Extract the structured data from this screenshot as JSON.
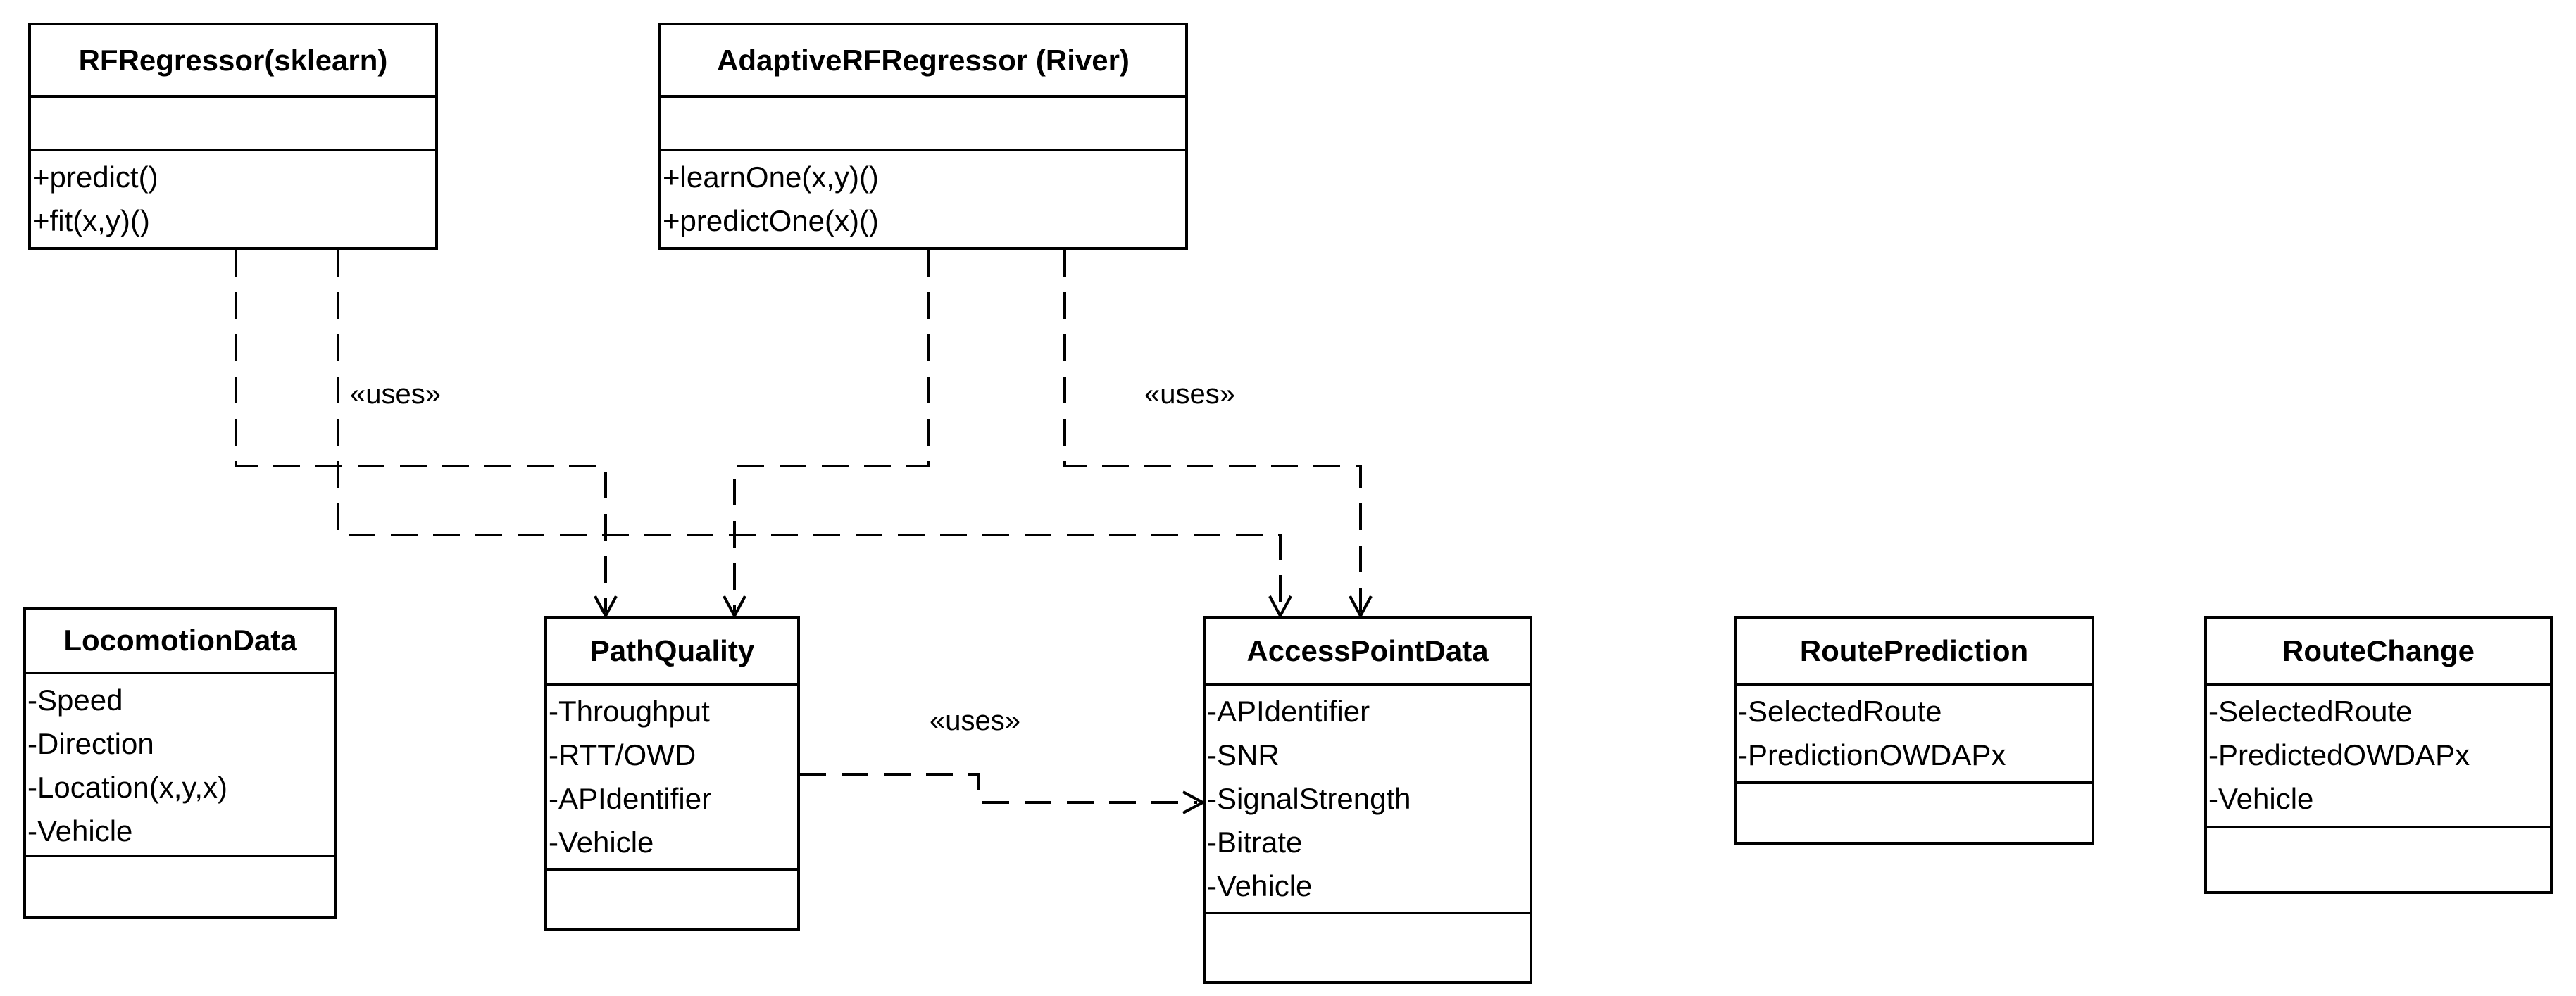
{
  "classes": {
    "rf_sklearn": {
      "name": "RFRegressor(sklearn)",
      "attributes": [],
      "operations": [
        "+predict()",
        "+fit(x,y)()"
      ]
    },
    "adaptive_rf_river": {
      "name": "AdaptiveRFRegressor (River)",
      "attributes": [],
      "operations": [
        "+learnOne(x,y)()",
        "+predictOne(x)()"
      ]
    },
    "locomotion_data": {
      "name": "LocomotionData",
      "attributes": [
        "-Speed",
        "-Direction",
        "-Location(x,y,x)",
        "-Vehicle"
      ],
      "operations": []
    },
    "path_quality": {
      "name": "PathQuality",
      "attributes": [
        "-Throughput",
        "-RTT/OWD",
        "-APIdentifier",
        "-Vehicle"
      ],
      "operations": []
    },
    "access_point_data": {
      "name": "AccessPointData",
      "attributes": [
        "-APIdentifier",
        "-SNR",
        "-SignalStrength",
        "-Bitrate",
        "-Vehicle"
      ],
      "operations": []
    },
    "route_prediction": {
      "name": "RoutePrediction",
      "attributes": [
        "-SelectedRoute",
        "-PredictionOWDAPx"
      ],
      "operations": []
    },
    "route_change": {
      "name": "RouteChange",
      "attributes": [
        "-SelectedRoute",
        "-PredictedOWDAPx",
        "-Vehicle"
      ],
      "operations": []
    }
  },
  "relations": [
    {
      "label": "«uses»"
    },
    {
      "label": "«uses»"
    },
    {
      "label": "«uses»"
    }
  ],
  "colors": {
    "line": "#000000",
    "background": "#ffffff"
  }
}
